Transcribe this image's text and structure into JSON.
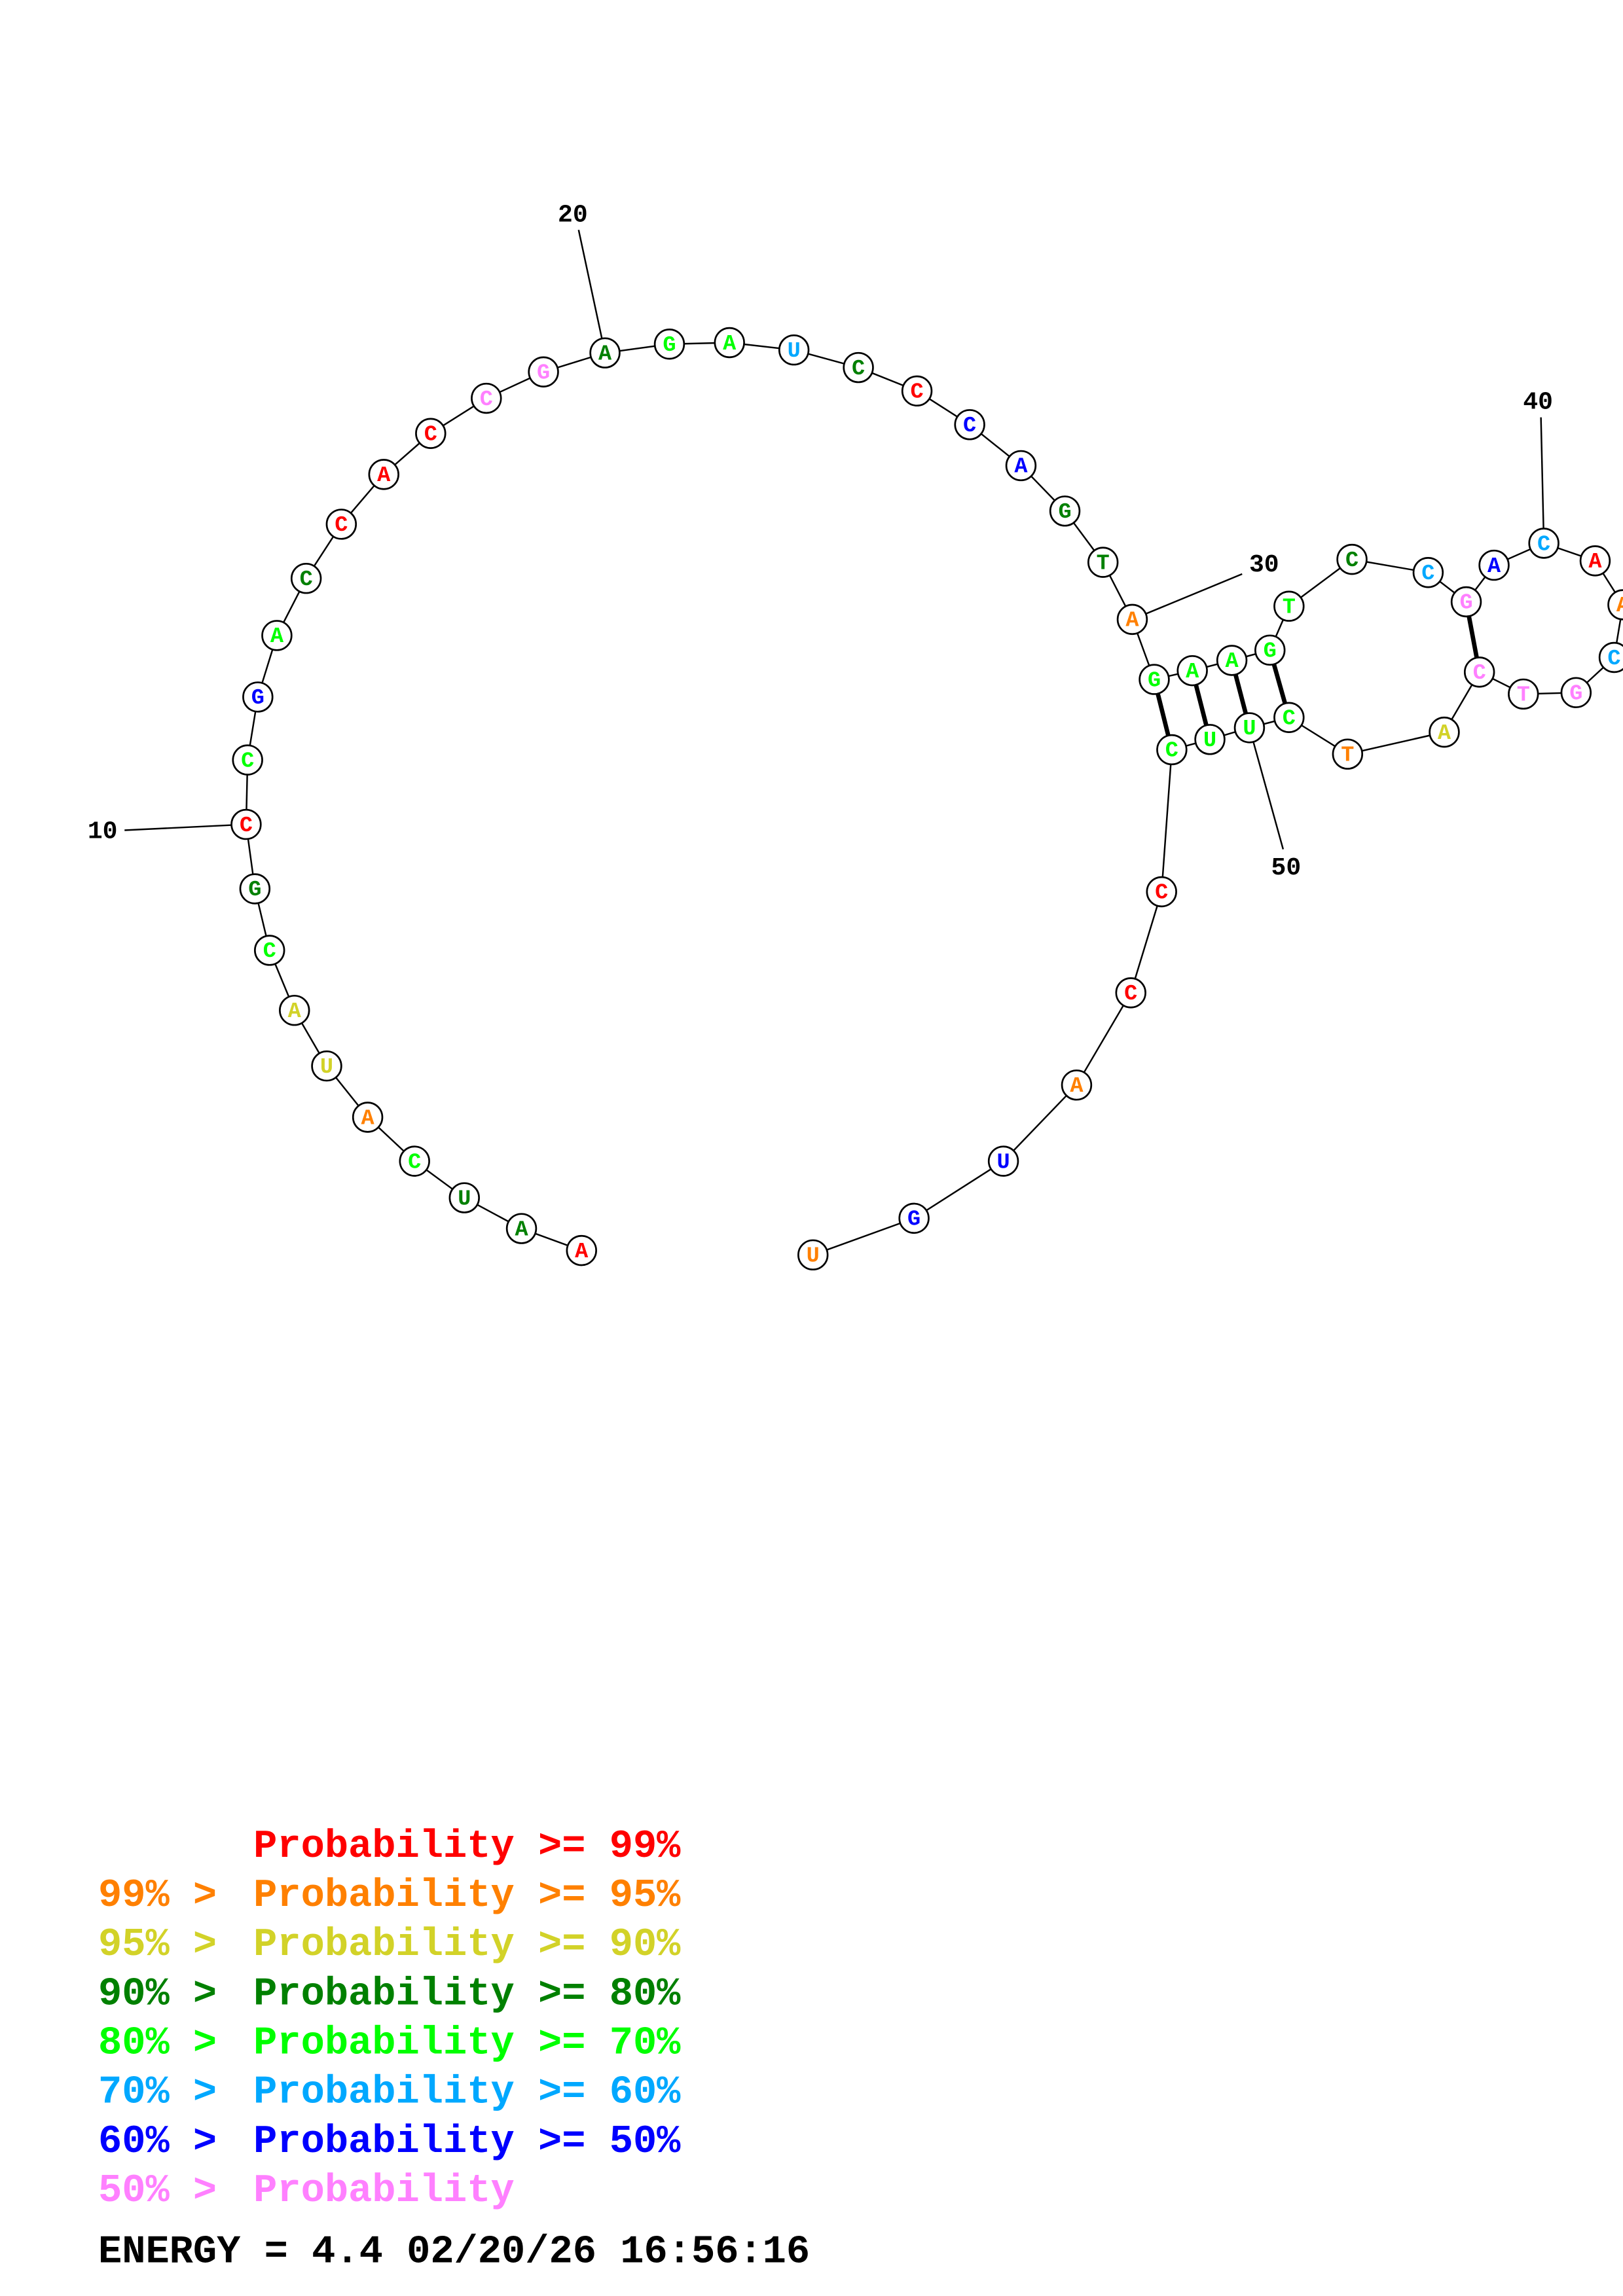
{
  "palette": [
    "#ff0000",
    "#ff8000",
    "#d2d228",
    "#008000",
    "#00ff00",
    "#00a8ff",
    "#0000ff",
    "#ff80ff"
  ],
  "sequence": [
    {
      "n": "A",
      "c": 0
    },
    {
      "n": "A",
      "c": 3
    },
    {
      "n": "U",
      "c": 3
    },
    {
      "n": "C",
      "c": 4
    },
    {
      "n": "A",
      "c": 1
    },
    {
      "n": "U",
      "c": 2
    },
    {
      "n": "A",
      "c": 2
    },
    {
      "n": "C",
      "c": 4
    },
    {
      "n": "G",
      "c": 3
    },
    {
      "n": "C",
      "c": 0
    },
    {
      "n": "C",
      "c": 4
    },
    {
      "n": "G",
      "c": 6
    },
    {
      "n": "A",
      "c": 4
    },
    {
      "n": "C",
      "c": 3
    },
    {
      "n": "C",
      "c": 0
    },
    {
      "n": "A",
      "c": 0
    },
    {
      "n": "C",
      "c": 0
    },
    {
      "n": "C",
      "c": 7
    },
    {
      "n": "G",
      "c": 7
    },
    {
      "n": "A",
      "c": 3
    },
    {
      "n": "G",
      "c": 4
    },
    {
      "n": "A",
      "c": 4
    },
    {
      "n": "U",
      "c": 5
    },
    {
      "n": "C",
      "c": 3
    },
    {
      "n": "C",
      "c": 0
    },
    {
      "n": "C",
      "c": 6
    },
    {
      "n": "A",
      "c": 6
    },
    {
      "n": "G",
      "c": 3
    },
    {
      "n": "T",
      "c": 3
    },
    {
      "n": "A",
      "c": 1
    },
    {
      "n": "G",
      "c": 4
    },
    {
      "n": "A",
      "c": 4
    },
    {
      "n": "A",
      "c": 4
    },
    {
      "n": "G",
      "c": 4
    },
    {
      "n": "T",
      "c": 4
    },
    {
      "n": "C",
      "c": 3
    },
    {
      "n": "C",
      "c": 5
    },
    {
      "n": "G",
      "c": 7
    },
    {
      "n": "A",
      "c": 6
    },
    {
      "n": "C",
      "c": 5
    },
    {
      "n": "A",
      "c": 0
    },
    {
      "n": "A",
      "c": 1
    },
    {
      "n": "C",
      "c": 5
    },
    {
      "n": "G",
      "c": 7
    },
    {
      "n": "T",
      "c": 7
    },
    {
      "n": "C",
      "c": 7
    },
    {
      "n": "A",
      "c": 2
    },
    {
      "n": "T",
      "c": 1
    },
    {
      "n": "C",
      "c": 4
    },
    {
      "n": "U",
      "c": 4
    },
    {
      "n": "U",
      "c": 4
    },
    {
      "n": "C",
      "c": 4
    },
    {
      "n": "C",
      "c": 0
    },
    {
      "n": "C",
      "c": 0
    },
    {
      "n": "A",
      "c": 1
    },
    {
      "n": "U",
      "c": 6
    },
    {
      "n": "G",
      "c": 6
    },
    {
      "n": "U",
      "c": 1
    }
  ],
  "pairs": [
    [
      31,
      52
    ],
    [
      32,
      51
    ],
    [
      33,
      50
    ],
    [
      34,
      49
    ],
    [
      38,
      46
    ]
  ],
  "number_labels": [
    {
      "index": 10,
      "text": "10"
    },
    {
      "index": 20,
      "text": "20"
    },
    {
      "index": 30,
      "text": "30"
    },
    {
      "index": 40,
      "text": "40"
    },
    {
      "index": 50,
      "text": "50"
    }
  ],
  "legend": [
    {
      "prefix": "",
      "text": "Probability >= 99%",
      "c": 0
    },
    {
      "prefix": "99% >",
      "text": "Probability >= 95%",
      "c": 1
    },
    {
      "prefix": "95% >",
      "text": "Probability >= 90%",
      "c": 2
    },
    {
      "prefix": "90% >",
      "text": "Probability >= 80%",
      "c": 3
    },
    {
      "prefix": "80% >",
      "text": "Probability >= 70%",
      "c": 4
    },
    {
      "prefix": "70% >",
      "text": "Probability >= 60%",
      "c": 5
    },
    {
      "prefix": "60% >",
      "text": "Probability >= 50%",
      "c": 6
    },
    {
      "prefix": "50% >",
      "text": "Probability",
      "c": 7
    }
  ],
  "footer": {
    "energy": "ENERGY = 4.4  02/20/26 16:56:16"
  }
}
